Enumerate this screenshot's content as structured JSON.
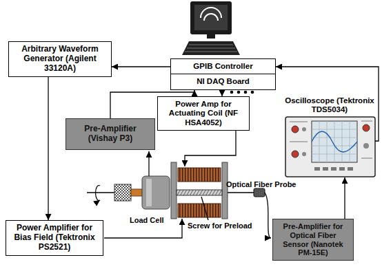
{
  "diagram": {
    "nodes": [
      {
        "text": [
          "Arbitrary Waveform Generator (Agilent 33120A)"
        ]
      },
      {
        "text": [
          "GPIB Controller"
        ]
      },
      {
        "text": [
          "NI DAQ Board"
        ]
      },
      {
        "text": [
          "Power Amp for Actuating Coil (NF HSA4052)"
        ]
      },
      {
        "text": [
          "Oscilloscope (Tektronix TDS5034)"
        ]
      },
      {
        "text": [
          "Pre-Amplifier (Vishay P3)"
        ]
      },
      {
        "text": [
          "Power Amplifier for Bias Field (Tektronix PS2521)"
        ]
      },
      {
        "text": [
          "Pre-Amplifier for Optical Fiber Sensor (Nanotek PM-15E)"
        ]
      }
    ],
    "edges": [
      {
        "from": 1,
        "to": 0,
        "arrow": "to"
      },
      {
        "from": 4,
        "to": 1,
        "arrow": "to"
      },
      {
        "from": 0,
        "to": 6,
        "arrow": "to"
      },
      {
        "from": 5,
        "to": 2,
        "arrow": "to"
      },
      {
        "from": 2,
        "to": 3,
        "arrow": "to"
      },
      {
        "from": 7,
        "to": 4,
        "arrow": "to"
      }
    ],
    "labels": [
      "Load Cell",
      "Screw for Preload",
      "Optical Fiber Probe"
    ]
  }
}
